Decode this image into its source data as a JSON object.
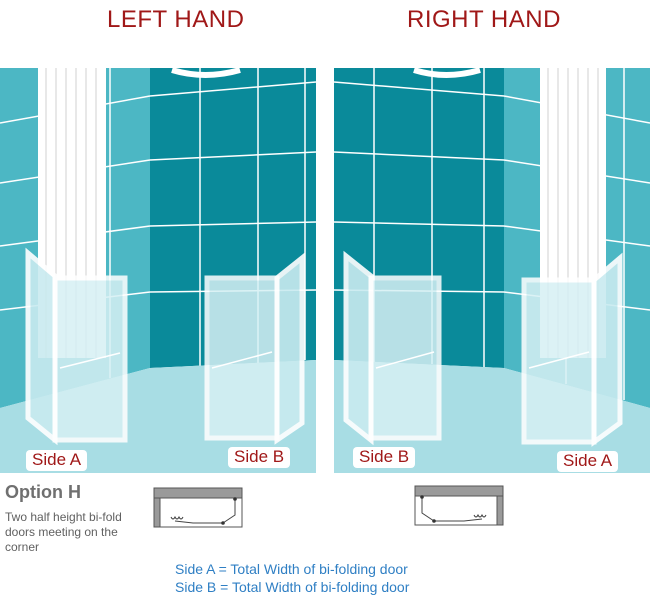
{
  "headings": {
    "left": "LEFT HAND",
    "right": "RIGHT HAND"
  },
  "labels": {
    "left_side_a": "Side A",
    "left_side_b": "Side B",
    "right_side_b": "Side B",
    "right_side_a": "Side A"
  },
  "option": {
    "title": "Option H",
    "description": "Two half height bi-fold doors meeting on the corner"
  },
  "legend": {
    "line_a": "Side A = Total Width of bi-folding door",
    "line_b": "Side B = Total Width of bi-folding door"
  },
  "colors": {
    "heading": "#a01818",
    "tile_dark": "#0a8a9a",
    "tile_light": "#4cb7c4",
    "floor": "#a8dde4",
    "legend_text": "#2f7fc4",
    "door_frame": "#ffffff"
  },
  "icons": {
    "left_plan": "shower-plan-left-icon",
    "right_plan": "shower-plan-right-icon"
  }
}
